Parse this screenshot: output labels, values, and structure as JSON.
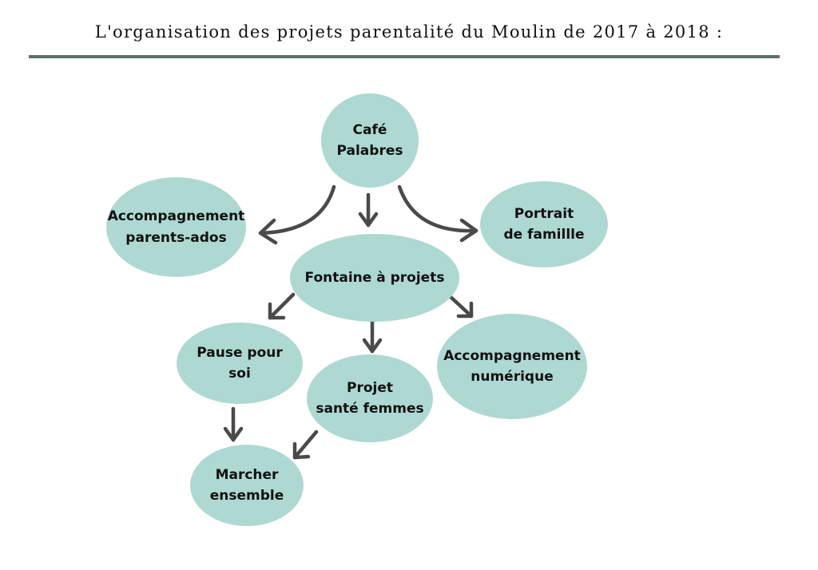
{
  "title": "L'organisation des projets parentalité du Moulin de 2017 à 2018 :",
  "nodes": {
    "cafe": {
      "line1": "Café",
      "line2": "Palabres"
    },
    "parents_ados": {
      "line1": "Accompagnement",
      "line2": "parents-ados"
    },
    "portrait": {
      "line1": "Portrait",
      "line2": "de famillle"
    },
    "fontaine": {
      "line1": "Fontaine à projets"
    },
    "pause": {
      "line1": "Pause pour",
      "line2": "soi"
    },
    "sante": {
      "line1": "Projet",
      "line2": "santé femmes"
    },
    "numerique": {
      "line1": "Accompagnement",
      "line2": "numérique"
    },
    "marcher": {
      "line1": "Marcher",
      "line2": "ensemble"
    }
  },
  "colors": {
    "node_fill": "#aed9d3",
    "arrow": "#4a4a4a",
    "rule": "#5f6f6b"
  }
}
